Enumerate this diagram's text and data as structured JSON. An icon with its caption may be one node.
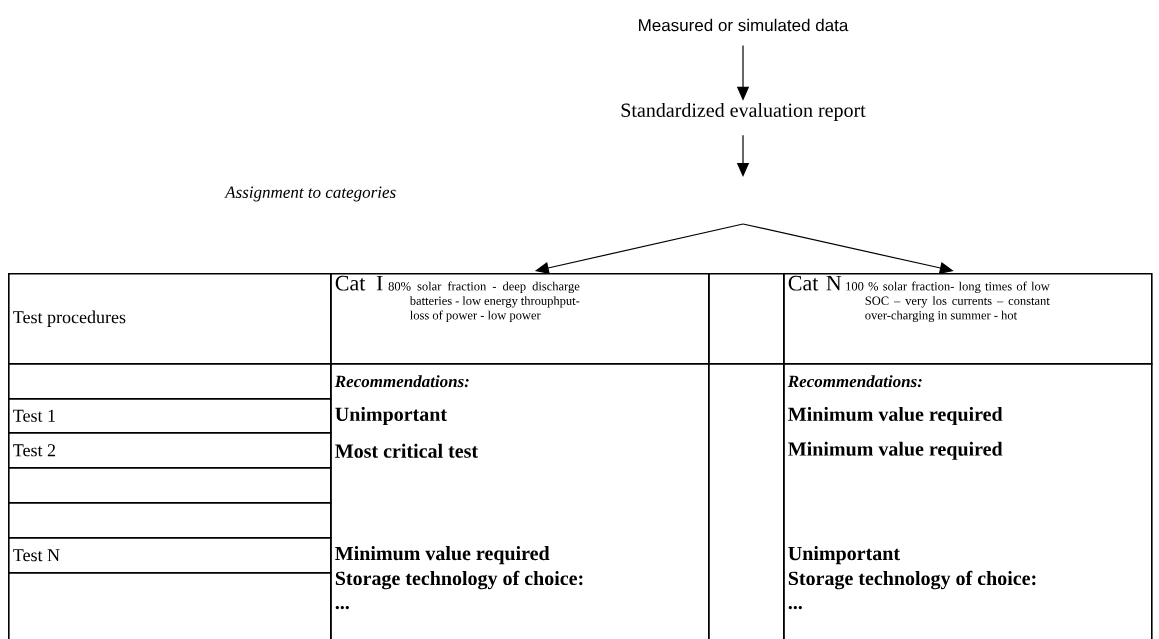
{
  "diagram": {
    "nodes": [
      {
        "text": [
          "Measured or simulated data"
        ]
      },
      {
        "text": [
          "Standardized evaluation report"
        ]
      },
      {
        "text": [
          "Test procedures"
        ]
      },
      {
        "text": [
          "Cat I",
          "80% solar fraction - deep discharge batteries - low energy throuphput- loss of power - low power"
        ]
      },
      {
        "text": [],
        "shape": "box"
      },
      {
        "text": [
          "Cat N",
          "100 % solar fraction- long times of low SOC – very los currents – constant over-charging in summer - hot"
        ]
      },
      {
        "text": [],
        "shape": "box"
      },
      {
        "text": [
          "Test 1"
        ]
      },
      {
        "text": [
          "Test 2"
        ]
      },
      {
        "text": [],
        "shape": "box"
      },
      {
        "text": [],
        "shape": "box"
      },
      {
        "text": [
          "Test N"
        ]
      },
      {
        "text": [],
        "shape": "box"
      },
      {
        "text": [
          "Recommendations:",
          "Unimportant",
          "Most critical test",
          "Minimum value required",
          "Storage technology of choice: ..."
        ]
      },
      {
        "text": [],
        "shape": "box"
      },
      {
        "text": [
          "Recommendations:",
          "Minimum value required",
          "Minimum value required",
          "Unimportant",
          "Storage technology of choice: ..."
        ]
      }
    ],
    "edges": [
      {
        "from": 0,
        "to": 1,
        "arrow": "to"
      },
      {
        "from": 1,
        "to": null,
        "arrow": "to"
      },
      {
        "from": null,
        "to": 3,
        "arrow": "to"
      },
      {
        "from": null,
        "to": 5,
        "arrow": "to"
      }
    ],
    "labels": [
      "Assignment to categories"
    ]
  }
}
